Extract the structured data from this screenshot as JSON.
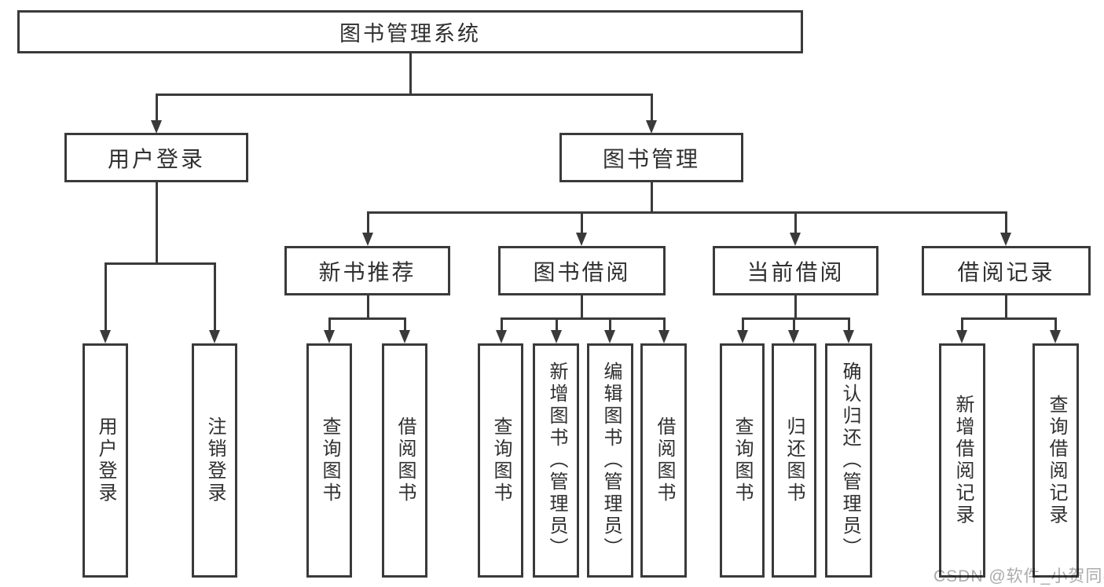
{
  "tree": {
    "label": "图书管理系统",
    "children": [
      {
        "label": "用户登录",
        "children": [
          {
            "label": "用户登录"
          },
          {
            "label": "注销登录"
          }
        ]
      },
      {
        "label": "图书管理",
        "children": [
          {
            "label": "新书推荐",
            "children": [
              {
                "label": "查询图书"
              },
              {
                "label": "借阅图书"
              }
            ]
          },
          {
            "label": "图书借阅",
            "children": [
              {
                "label": "查询图书"
              },
              {
                "label": "新增图书（管理员）"
              },
              {
                "label": "编辑图书（管理员）"
              },
              {
                "label": "借阅图书"
              }
            ]
          },
          {
            "label": "当前借阅",
            "children": [
              {
                "label": "查询图书"
              },
              {
                "label": "归还图书"
              },
              {
                "label": "确认归还（管理员）"
              }
            ]
          },
          {
            "label": "借阅记录",
            "children": [
              {
                "label": "新增借阅记录"
              },
              {
                "label": "查询借阅记录"
              }
            ]
          }
        ]
      }
    ]
  },
  "watermark": {
    "text": "CSDN @软件_小贺同学"
  },
  "colors": {
    "line": "#3a3a3a",
    "text": "#2f2f2f",
    "box_background": "#ffffff",
    "page_background": "#ffffff",
    "watermark": "#ababab"
  }
}
